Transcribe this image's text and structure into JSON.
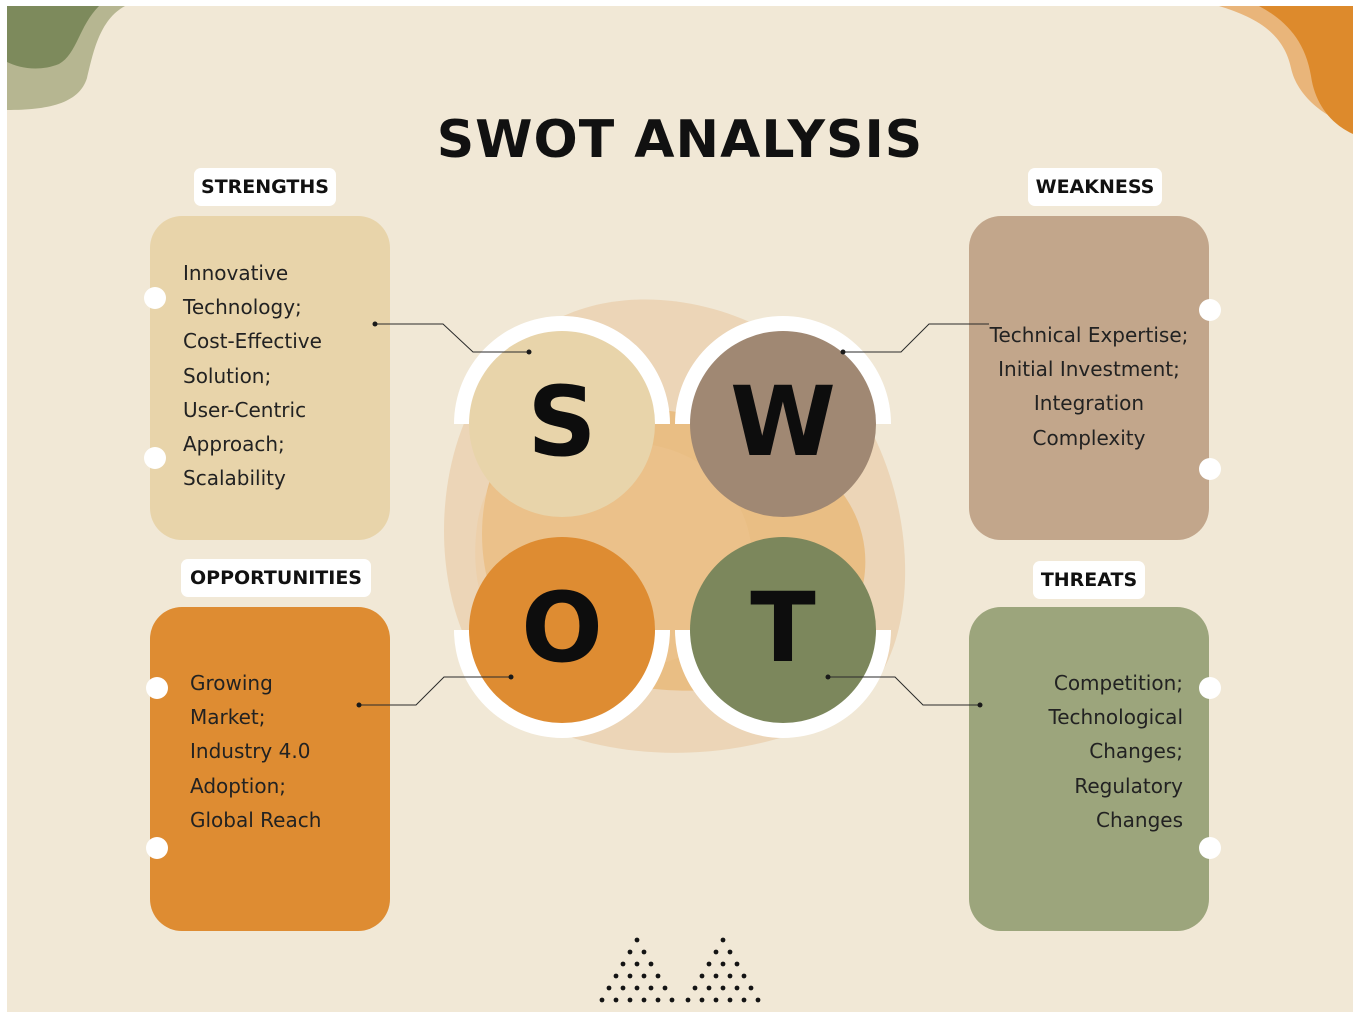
{
  "title": "SWOT ANALYSIS",
  "letters": {
    "s": "S",
    "w": "W",
    "o": "O",
    "t": "T"
  },
  "quadrants": {
    "strengths": {
      "label": "STRENGTHS",
      "lines": [
        "Innovative",
        "Technology;",
        "Cost-Effective",
        "Solution;",
        "User-Centric",
        "Approach;",
        "Scalability"
      ]
    },
    "weakness": {
      "label": "WEAKNESS",
      "lines": [
        "Technical Expertise;",
        "Initial Investment;",
        "Integration",
        "Complexity"
      ]
    },
    "opportunities": {
      "label": "OPPORTUNITIES",
      "lines": [
        "Growing",
        "Market;",
        "Industry 4.0",
        "Adoption;",
        "Global Reach"
      ]
    },
    "threats": {
      "label": "THREATS",
      "lines": [
        "Competition;",
        "Technological",
        "Changes;",
        "Regulatory",
        "Changes"
      ]
    }
  },
  "colors": {
    "background": "#f1e8d6",
    "strengths": "#e8d4aa",
    "weakness": "#c2a68b",
    "opportunities": "#de8c32",
    "threats": "#9ca57c",
    "s_circle": "#e8d4aa",
    "w_circle": "#a08873",
    "o_circle": "#de8c32",
    "t_circle": "#7c875c"
  }
}
